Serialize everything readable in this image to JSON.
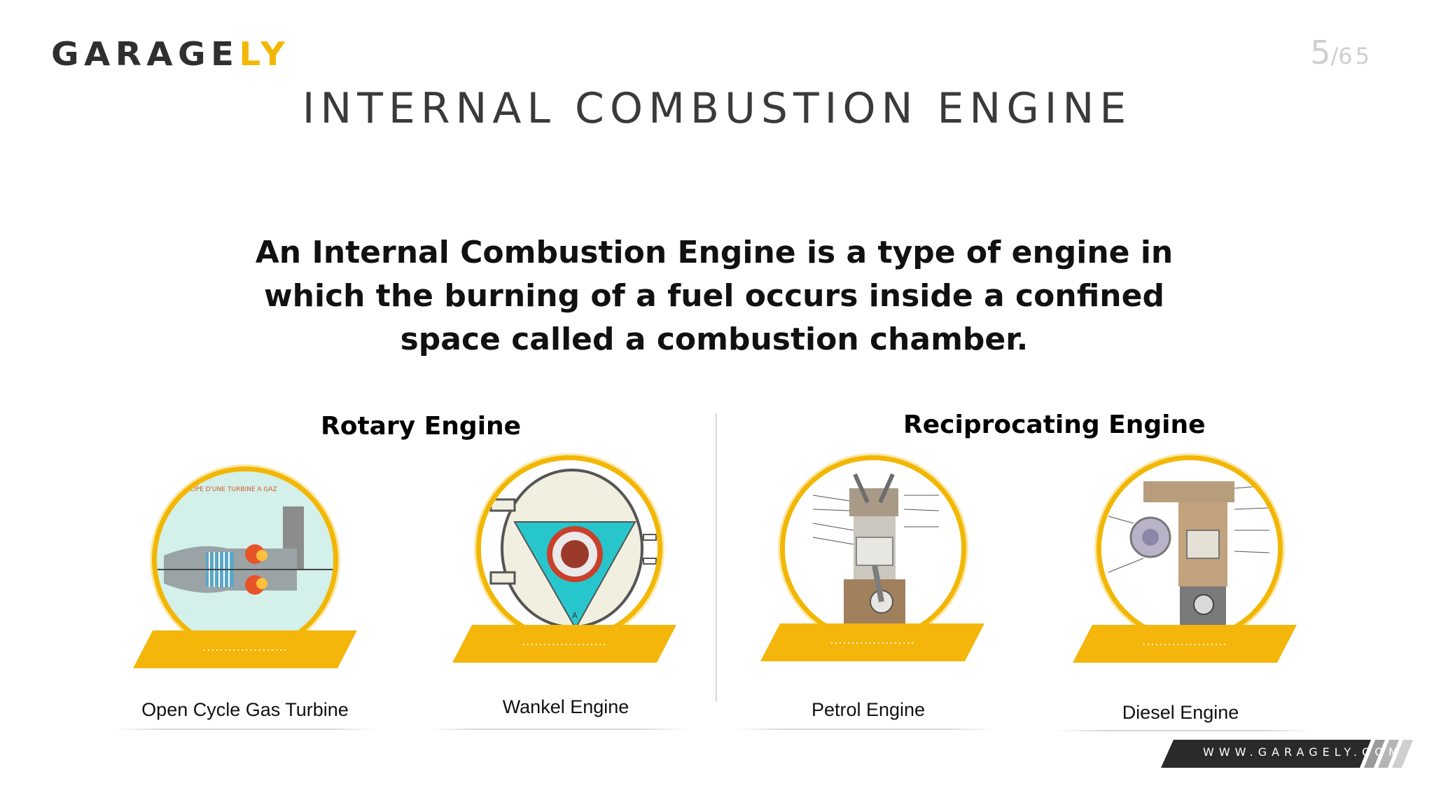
{
  "brand": {
    "logo_main": "GARAGE",
    "logo_accent": "LY",
    "accent_color": "#f2b705"
  },
  "pager": {
    "current": "5",
    "separator": "/",
    "total": "65"
  },
  "title": "INTERNAL COMBUSTION ENGINE",
  "description": "An Internal Combustion Engine is a type of engine in which the burning of a fuel occurs inside a confined space called a combustion chamber.",
  "sections": {
    "rotary": {
      "heading": "Rotary Engine"
    },
    "reciprocating": {
      "heading": "Reciprocating Engine"
    }
  },
  "engines": [
    {
      "caption": "Open Cycle Gas Turbine",
      "dots": "....................",
      "image_icon": "gas-turbine-diagram"
    },
    {
      "caption": "Wankel Engine",
      "dots": "....................",
      "image_icon": "wankel-engine-diagram"
    },
    {
      "caption": "Petrol Engine",
      "dots": "....................",
      "image_icon": "petrol-engine-diagram"
    },
    {
      "caption": "Diesel Engine",
      "dots": "....................",
      "image_icon": "diesel-engine-diagram"
    }
  ],
  "footer": {
    "url": "WWW.GARAGELY.COM"
  }
}
